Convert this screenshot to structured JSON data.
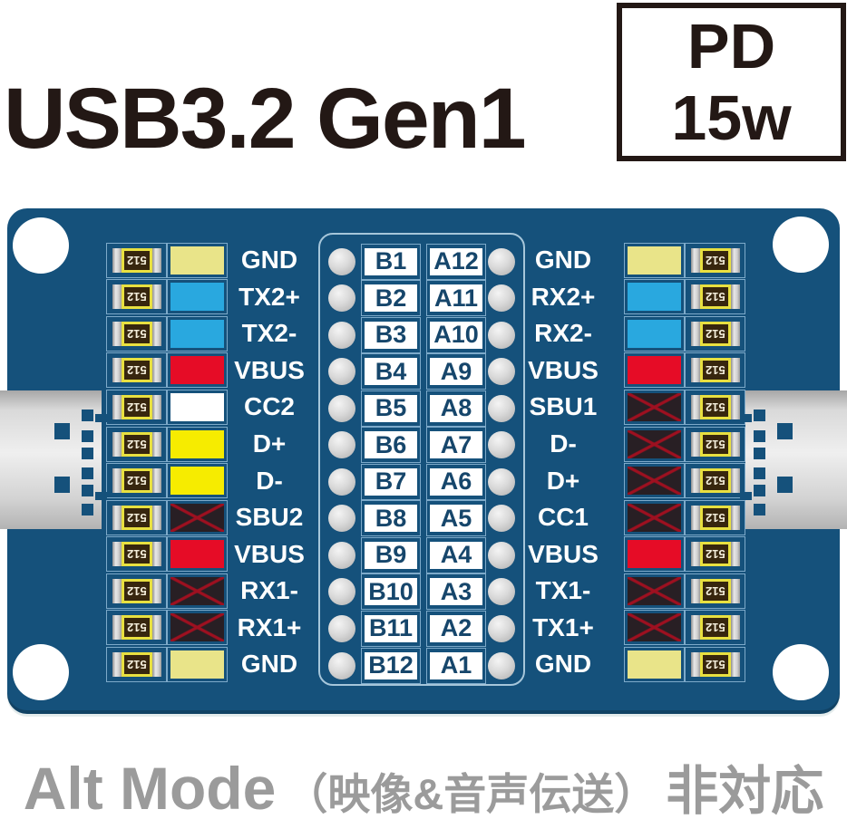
{
  "title": "USB3.2 Gen1",
  "badge": {
    "line1": "PD",
    "line2": "15w"
  },
  "caption": {
    "latin": "Alt Mode",
    "jp_paren": "（映像&音声伝送）",
    "jp_suffix": "非対応"
  },
  "board": {
    "resistor_label": "512",
    "left_rows": [
      {
        "label": "GND",
        "pad": "khaki"
      },
      {
        "label": "TX2+",
        "pad": "blue"
      },
      {
        "label": "TX2-",
        "pad": "blue"
      },
      {
        "label": "VBUS",
        "pad": "red"
      },
      {
        "label": "CC2",
        "pad": "white"
      },
      {
        "label": "D+",
        "pad": "yellow"
      },
      {
        "label": "D-",
        "pad": "yellow"
      },
      {
        "label": "SBU2",
        "pad": "nc"
      },
      {
        "label": "VBUS",
        "pad": "red"
      },
      {
        "label": "RX1-",
        "pad": "nc"
      },
      {
        "label": "RX1+",
        "pad": "nc"
      },
      {
        "label": "GND",
        "pad": "khaki"
      }
    ],
    "right_rows": [
      {
        "label": "GND",
        "pad": "khaki"
      },
      {
        "label": "RX2+",
        "pad": "blue"
      },
      {
        "label": "RX2-",
        "pad": "blue"
      },
      {
        "label": "VBUS",
        "pad": "red"
      },
      {
        "label": "SBU1",
        "pad": "nc"
      },
      {
        "label": "D-",
        "pad": "nc"
      },
      {
        "label": "D+",
        "pad": "nc"
      },
      {
        "label": "CC1",
        "pad": "nc"
      },
      {
        "label": "VBUS",
        "pad": "red"
      },
      {
        "label": "TX1-",
        "pad": "nc"
      },
      {
        "label": "TX1+",
        "pad": "nc"
      },
      {
        "label": "GND",
        "pad": "khaki"
      }
    ],
    "pins": [
      {
        "b": "B1",
        "a": "A12"
      },
      {
        "b": "B2",
        "a": "A11"
      },
      {
        "b": "B3",
        "a": "A10"
      },
      {
        "b": "B4",
        "a": "A9"
      },
      {
        "b": "B5",
        "a": "A8"
      },
      {
        "b": "B6",
        "a": "A7"
      },
      {
        "b": "B7",
        "a": "A6"
      },
      {
        "b": "B8",
        "a": "A5"
      },
      {
        "b": "B9",
        "a": "A4"
      },
      {
        "b": "B10",
        "a": "A3"
      },
      {
        "b": "B11",
        "a": "A2"
      },
      {
        "b": "B12",
        "a": "A1"
      }
    ]
  },
  "colors": {
    "ink": "#231815",
    "pcb": "#15517b",
    "pad_khaki": "#e9e489",
    "pad_blue": "#29a8df",
    "pad_red": "#e60c26",
    "pad_yellow": "#f6ec00",
    "pad_white": "#ffffff",
    "pad_nc": "#281f24",
    "nc_cross": "#9e1020",
    "caption_gray": "#9b9b9b"
  }
}
